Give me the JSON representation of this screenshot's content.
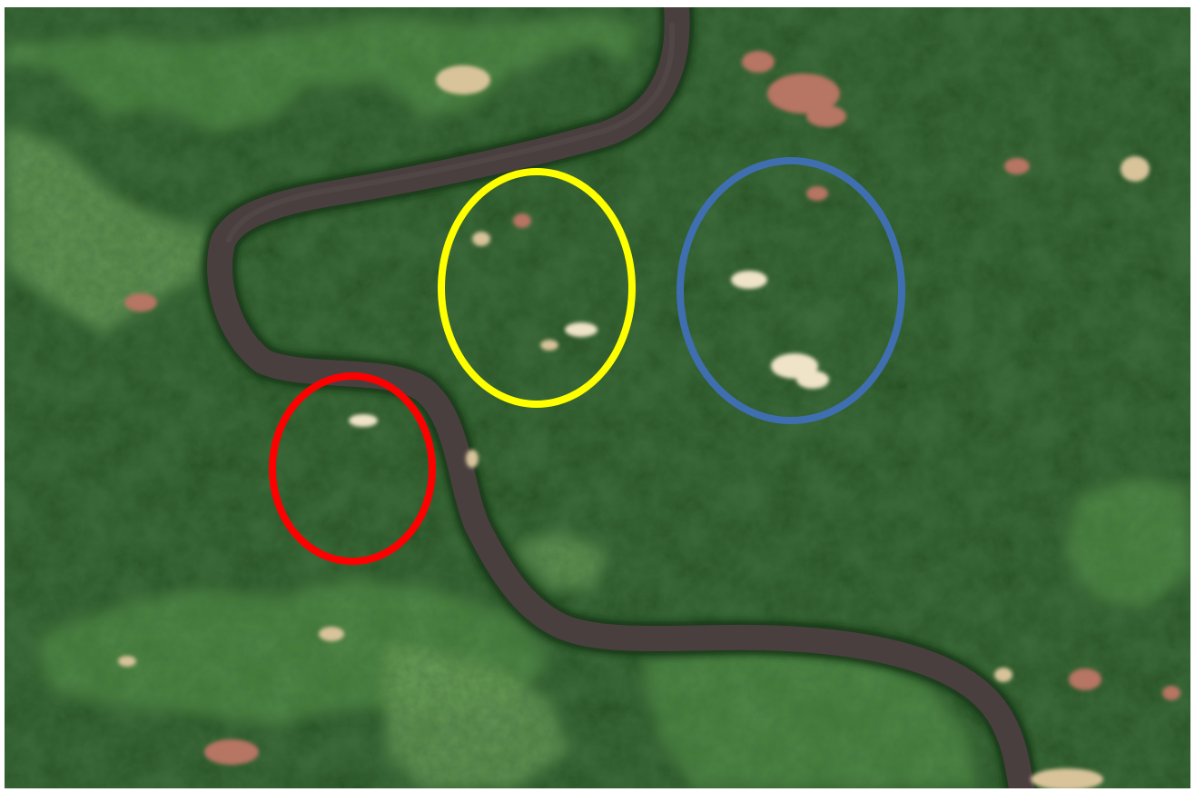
{
  "image": {
    "kind": "satellite-image",
    "scene": [
      "forest",
      "river",
      "clearings",
      "grassland"
    ]
  },
  "colors": {
    "forest_dark": "#163816",
    "forest_mid": "#214a1f",
    "forest_light": "#2f6a2a",
    "grassland": "#4e8a3c",
    "grassland_light": "#6f9e55",
    "river": "#4a3f3f",
    "river_highlight": "#5a4f4f",
    "clearing_tan": "#d8c39a",
    "clearing_pink": "#b77463",
    "clearing_pale": "#efe3c8"
  },
  "annotations": [
    {
      "name": "red-circle",
      "color": "#ff0000"
    },
    {
      "name": "yellow-circle",
      "color": "#ffff00"
    },
    {
      "name": "blue-circle",
      "color": "#3f6fb0"
    }
  ]
}
